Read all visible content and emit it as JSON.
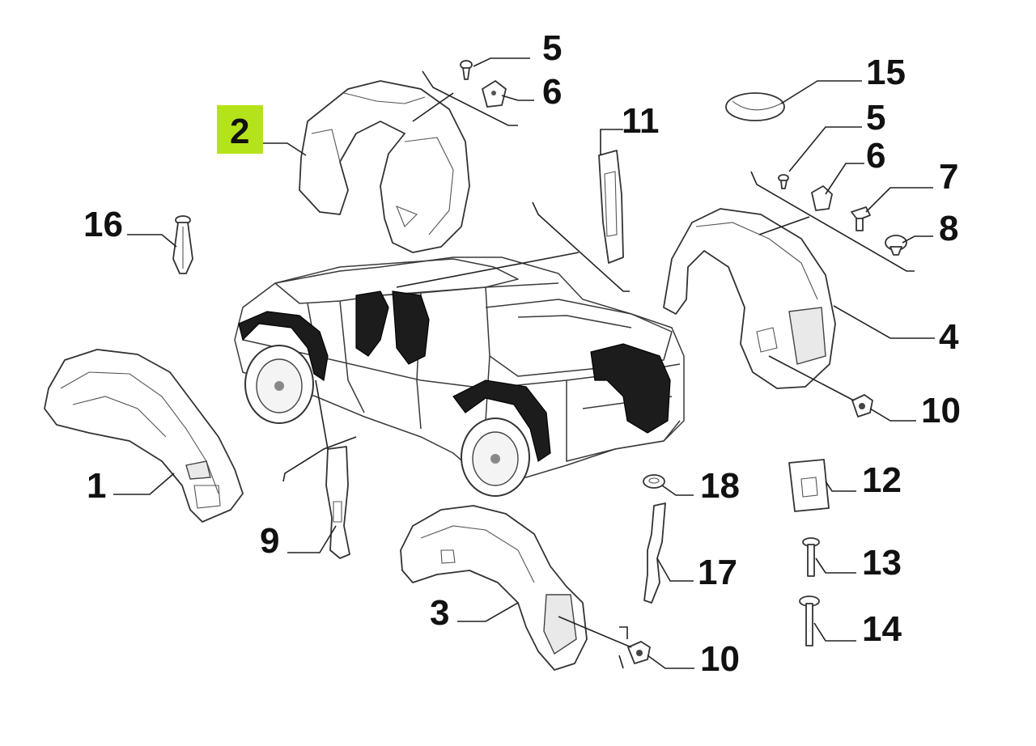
{
  "highlight_color": "#b5e31a",
  "callouts": [
    {
      "id": "c1",
      "label": "1"
    },
    {
      "id": "c2",
      "label": "2",
      "highlighted": true
    },
    {
      "id": "c3",
      "label": "3"
    },
    {
      "id": "c4",
      "label": "4"
    },
    {
      "id": "c5a",
      "label": "5"
    },
    {
      "id": "c5b",
      "label": "5"
    },
    {
      "id": "c6a",
      "label": "6"
    },
    {
      "id": "c6b",
      "label": "6"
    },
    {
      "id": "c7",
      "label": "7"
    },
    {
      "id": "c8",
      "label": "8"
    },
    {
      "id": "c9",
      "label": "9"
    },
    {
      "id": "c10a",
      "label": "10"
    },
    {
      "id": "c10b",
      "label": "10"
    },
    {
      "id": "c11",
      "label": "11"
    },
    {
      "id": "c12",
      "label": "12"
    },
    {
      "id": "c13",
      "label": "13"
    },
    {
      "id": "c14",
      "label": "14"
    },
    {
      "id": "c15",
      "label": "15"
    },
    {
      "id": "c16",
      "label": "16"
    },
    {
      "id": "c17",
      "label": "17"
    },
    {
      "id": "c18",
      "label": "18"
    }
  ]
}
